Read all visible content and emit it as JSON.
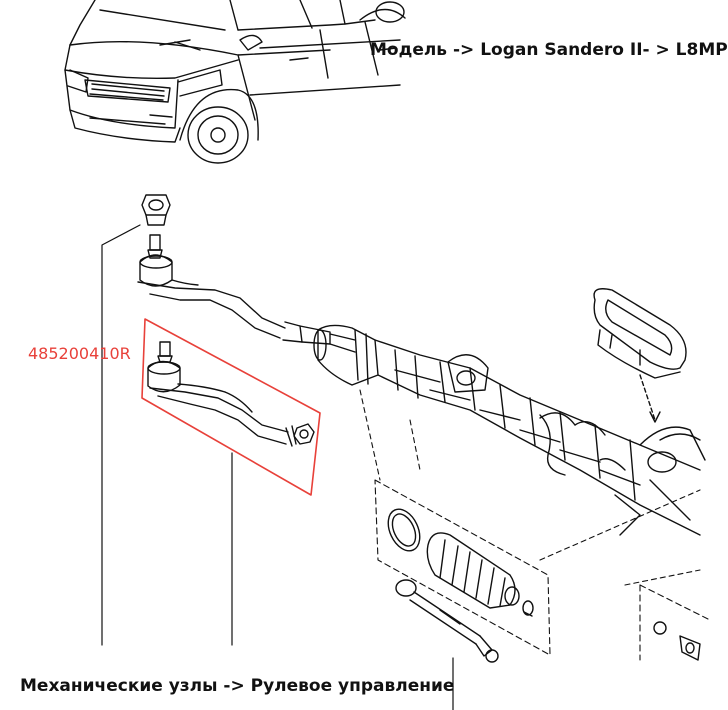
{
  "header": {
    "model_path": "Модель -> Logan Sandero II- > L8MP"
  },
  "footer": {
    "section_path": "Механические узлы -> Рулевое управление"
  },
  "callout": {
    "part_number": "485200410R"
  },
  "colors": {
    "highlight": "#e8413a",
    "line": "#111111",
    "background": "#ffffff"
  }
}
